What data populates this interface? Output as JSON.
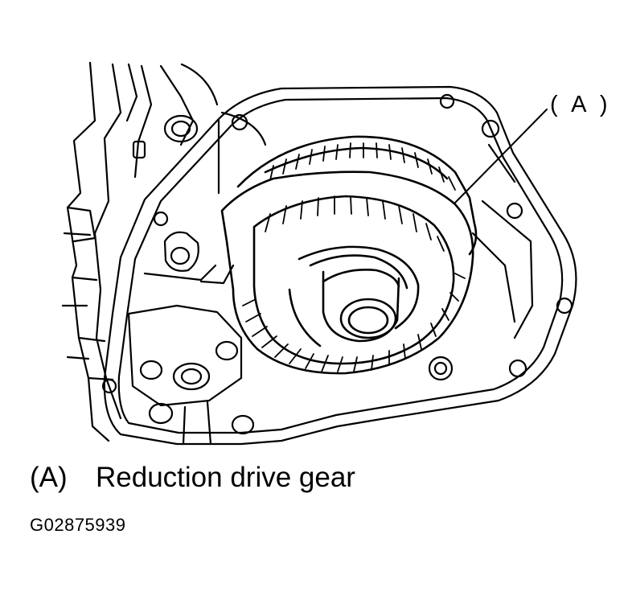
{
  "diagram": {
    "callout": {
      "text": "( A )"
    },
    "legend": [
      {
        "tag": "(A)",
        "label": "Reduction drive gear"
      }
    ],
    "figure_code": "G02875939"
  }
}
